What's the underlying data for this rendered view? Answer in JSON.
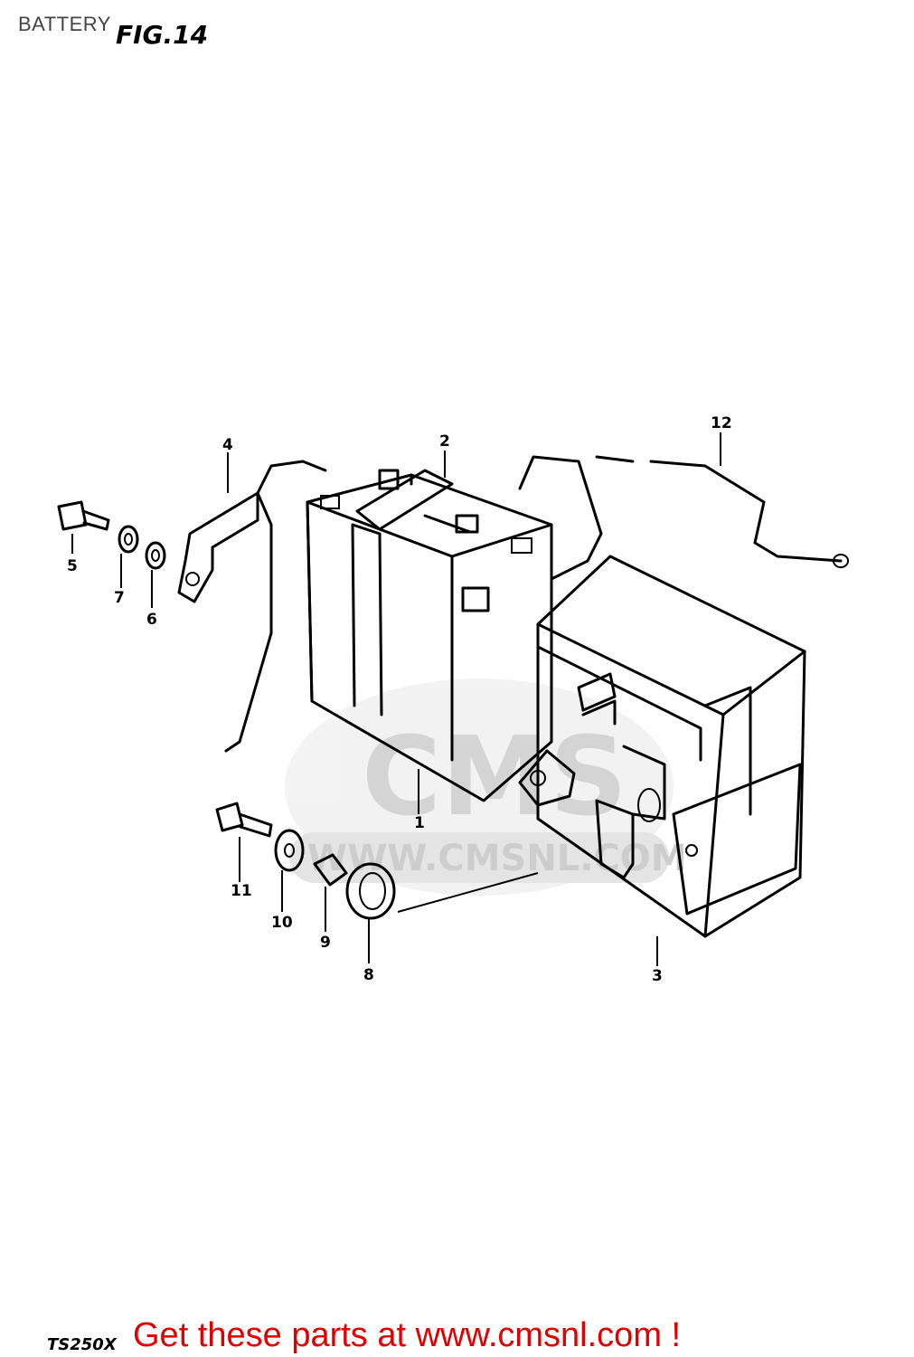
{
  "header": {
    "title": "BATTERY",
    "figure": "FIG.14"
  },
  "footer": {
    "model": "TS250X",
    "promo": "Get these parts at www.cmsnl.com !"
  },
  "watermark": {
    "text": "CMS",
    "url": "WWW.CMSNL.COM"
  },
  "callouts": [
    {
      "id": "1",
      "label": "1"
    },
    {
      "id": "2",
      "label": "2"
    },
    {
      "id": "3",
      "label": "3"
    },
    {
      "id": "4",
      "label": "4"
    },
    {
      "id": "5",
      "label": "5"
    },
    {
      "id": "6",
      "label": "6"
    },
    {
      "id": "7",
      "label": "7"
    },
    {
      "id": "8",
      "label": "8"
    },
    {
      "id": "9",
      "label": "9"
    },
    {
      "id": "10",
      "label": "10"
    },
    {
      "id": "11",
      "label": "11"
    },
    {
      "id": "12",
      "label": "12"
    }
  ],
  "colors": {
    "promo": "#e00000",
    "ink": "#000000",
    "watermark": "#d8d8d8"
  }
}
